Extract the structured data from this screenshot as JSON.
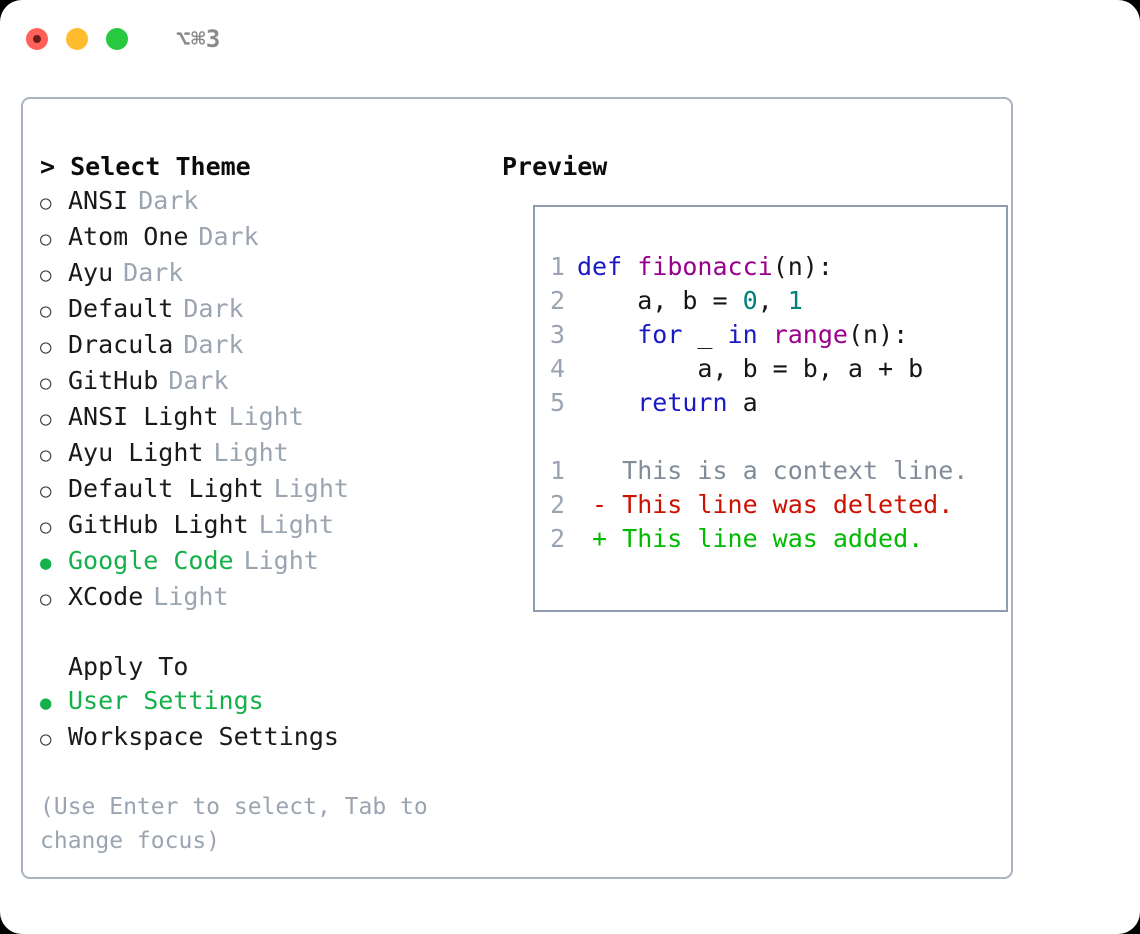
{
  "titlebar": {
    "shortcut": "⌥⌘3",
    "dots": [
      {
        "name": "close-button",
        "color": "#ff6159"
      },
      {
        "name": "minimize-button",
        "color": "#ffbd2e"
      },
      {
        "name": "maximize-button",
        "color": "#26c940"
      }
    ]
  },
  "theme_picker": {
    "heading": "> Select Theme",
    "marker_unselected": "○",
    "marker_selected": "●",
    "options": [
      {
        "name": "ANSI",
        "variant": "Dark",
        "selected": false
      },
      {
        "name": "Atom One",
        "variant": "Dark",
        "selected": false
      },
      {
        "name": "Ayu",
        "variant": "Dark",
        "selected": false
      },
      {
        "name": "Default",
        "variant": "Dark",
        "selected": false
      },
      {
        "name": "Dracula",
        "variant": "Dark",
        "selected": false
      },
      {
        "name": "GitHub",
        "variant": "Dark",
        "selected": false
      },
      {
        "name": "ANSI Light",
        "variant": "Light",
        "selected": false
      },
      {
        "name": "Ayu Light",
        "variant": "Light",
        "selected": false
      },
      {
        "name": "Default Light",
        "variant": "Light",
        "selected": false
      },
      {
        "name": "GitHub Light",
        "variant": "Light",
        "selected": false
      },
      {
        "name": "Google Code",
        "variant": "Light",
        "selected": true
      },
      {
        "name": "XCode",
        "variant": "Light",
        "selected": false
      }
    ]
  },
  "apply_to": {
    "heading": "Apply To",
    "options": [
      {
        "name": "User Settings",
        "selected": true
      },
      {
        "name": "Workspace Settings",
        "selected": false
      }
    ]
  },
  "hint": "(Use Enter to select, Tab to change focus)",
  "preview": {
    "heading": "Preview",
    "code_lines": [
      {
        "lineno": "1",
        "tokens": [
          {
            "t": "def ",
            "c": "kw"
          },
          {
            "t": "fibonacci",
            "c": "fn"
          },
          {
            "t": "(n):",
            "c": "plain"
          }
        ]
      },
      {
        "lineno": "2",
        "tokens": [
          {
            "t": "    a, b = ",
            "c": "plain"
          },
          {
            "t": "0",
            "c": "num"
          },
          {
            "t": ", ",
            "c": "plain"
          },
          {
            "t": "1",
            "c": "num"
          }
        ]
      },
      {
        "lineno": "3",
        "tokens": [
          {
            "t": "    ",
            "c": "plain"
          },
          {
            "t": "for",
            "c": "kw"
          },
          {
            "t": " _ ",
            "c": "plain"
          },
          {
            "t": "in",
            "c": "kw"
          },
          {
            "t": " ",
            "c": "plain"
          },
          {
            "t": "range",
            "c": "fn"
          },
          {
            "t": "(n):",
            "c": "plain"
          }
        ]
      },
      {
        "lineno": "4",
        "tokens": [
          {
            "t": "        a, b = b, a + b",
            "c": "plain"
          }
        ]
      },
      {
        "lineno": "5",
        "tokens": [
          {
            "t": "    ",
            "c": "plain"
          },
          {
            "t": "return",
            "c": "kw"
          },
          {
            "t": " a",
            "c": "plain"
          }
        ]
      }
    ],
    "diff_lines": [
      {
        "lineno": "1",
        "tokens": [
          {
            "t": "   This is a context line.",
            "c": "ctx"
          }
        ]
      },
      {
        "lineno": "2",
        "tokens": [
          {
            "t": " - This line was deleted.",
            "c": "del"
          }
        ]
      },
      {
        "lineno": "2",
        "tokens": [
          {
            "t": " + This line was added.",
            "c": "add"
          }
        ]
      }
    ]
  },
  "colors": {
    "accent_green": "#14b04a",
    "keyword_blue": "#1a1ac4",
    "function_purple": "#99008f",
    "number_teal": "#00807a",
    "diff_deleted": "#cc1100",
    "diff_added": "#00bb00",
    "muted_gray": "#9aa5b1",
    "border": "#a9b4c0"
  }
}
